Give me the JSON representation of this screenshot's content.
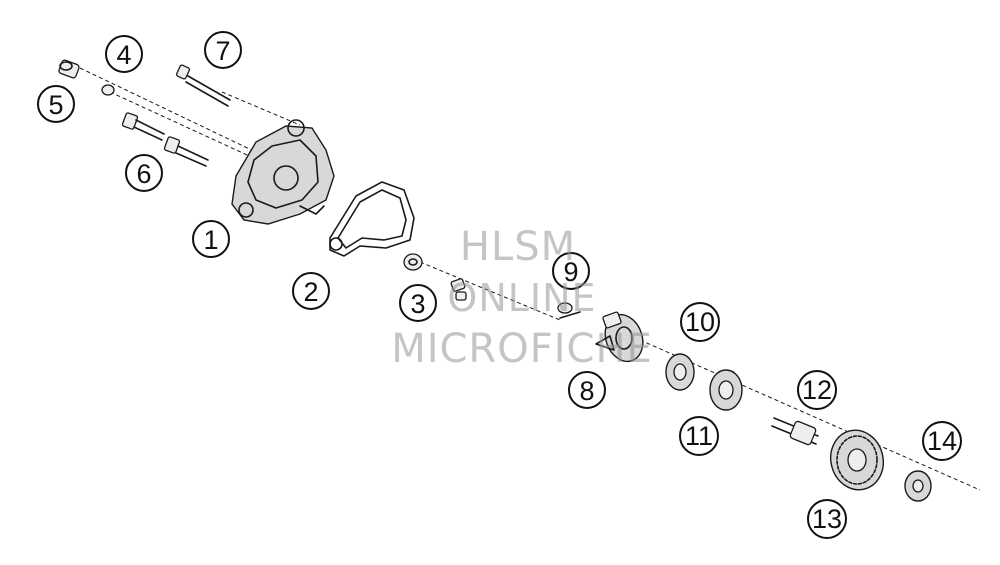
{
  "callouts": [
    {
      "id": "1",
      "label": "1"
    },
    {
      "id": "2",
      "label": "2"
    },
    {
      "id": "3",
      "label": "3"
    },
    {
      "id": "4",
      "label": "4"
    },
    {
      "id": "5",
      "label": "5"
    },
    {
      "id": "6",
      "label": "6"
    },
    {
      "id": "7",
      "label": "7"
    },
    {
      "id": "8",
      "label": "8"
    },
    {
      "id": "9",
      "label": "9"
    },
    {
      "id": "10",
      "label": "10"
    },
    {
      "id": "11",
      "label": "11"
    },
    {
      "id": "12",
      "label": "12"
    },
    {
      "id": "13",
      "label": "13"
    },
    {
      "id": "14",
      "label": "14"
    }
  ],
  "watermark": {
    "line1": "HLSM",
    "line2": "ONLINE",
    "line3": "MICROFICHE"
  },
  "colors": {
    "line": "#1a1a1a",
    "background": "#ffffff",
    "watermark": "#969696"
  }
}
